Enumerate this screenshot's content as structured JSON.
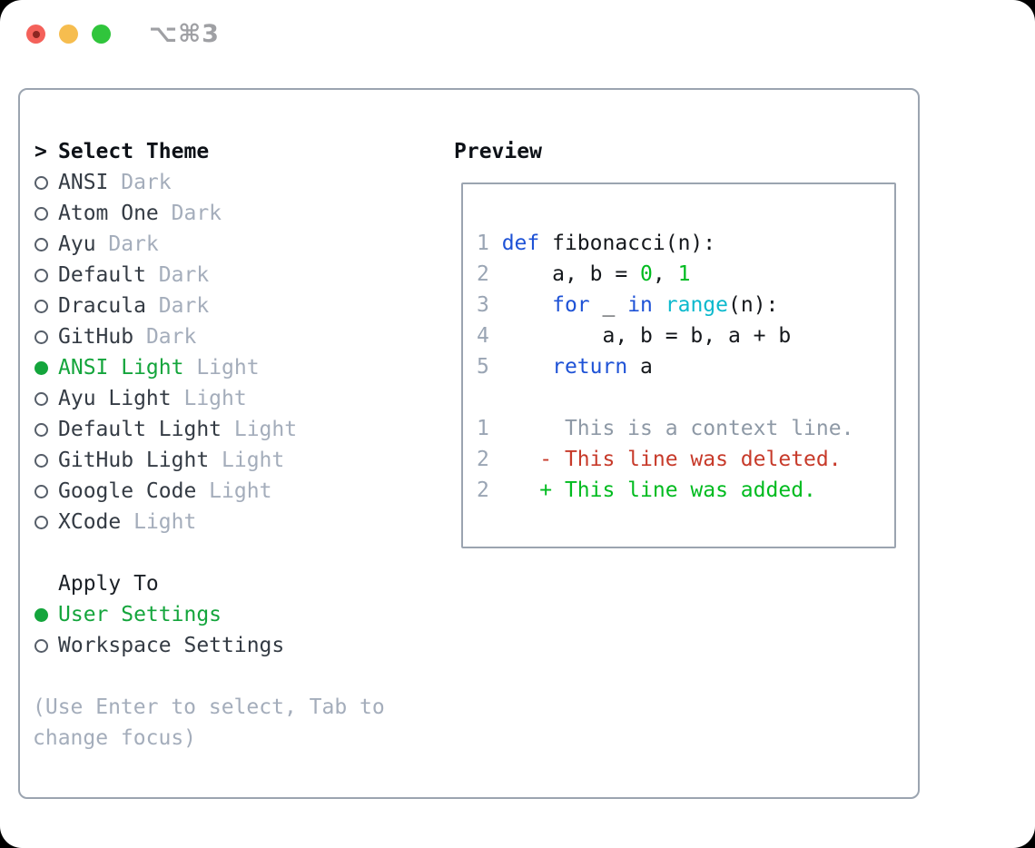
{
  "window": {
    "shortcut_label": "⌥⌘3",
    "traffic_lights": [
      "close",
      "minimize",
      "zoom"
    ]
  },
  "theme_selector": {
    "header_prefix": ">",
    "header": "Select Theme",
    "items": [
      {
        "name": "ANSI",
        "variant": "Dark",
        "selected": false
      },
      {
        "name": "Atom One",
        "variant": "Dark",
        "selected": false
      },
      {
        "name": "Ayu",
        "variant": "Dark",
        "selected": false
      },
      {
        "name": "Default",
        "variant": "Dark",
        "selected": false
      },
      {
        "name": "Dracula",
        "variant": "Dark",
        "selected": false
      },
      {
        "name": "GitHub",
        "variant": "Dark",
        "selected": false
      },
      {
        "name": "ANSI Light",
        "variant": "Light",
        "selected": true
      },
      {
        "name": "Ayu Light",
        "variant": "Light",
        "selected": false
      },
      {
        "name": "Default Light",
        "variant": "Light",
        "selected": false
      },
      {
        "name": "GitHub Light",
        "variant": "Light",
        "selected": false
      },
      {
        "name": "Google Code",
        "variant": "Light",
        "selected": false
      },
      {
        "name": "XCode",
        "variant": "Light",
        "selected": false
      }
    ]
  },
  "apply_to": {
    "header": "Apply To",
    "options": [
      {
        "label": "User Settings",
        "selected": true
      },
      {
        "label": "Workspace Settings",
        "selected": false
      }
    ]
  },
  "help_text": "(Use Enter to select, Tab to change focus)",
  "preview": {
    "title": "Preview",
    "code_lines": [
      {
        "num": "1",
        "tokens": [
          {
            "t": "def",
            "c": "keyword"
          },
          {
            "t": " fibonacci(n):",
            "c": "plain"
          }
        ]
      },
      {
        "num": "2",
        "tokens": [
          {
            "t": "    a, b = ",
            "c": "plain"
          },
          {
            "t": "0",
            "c": "number"
          },
          {
            "t": ", ",
            "c": "plain"
          },
          {
            "t": "1",
            "c": "number"
          }
        ]
      },
      {
        "num": "3",
        "tokens": [
          {
            "t": "    ",
            "c": "plain"
          },
          {
            "t": "for",
            "c": "keyword"
          },
          {
            "t": " _ ",
            "c": "plain"
          },
          {
            "t": "in",
            "c": "keyword"
          },
          {
            "t": " ",
            "c": "plain"
          },
          {
            "t": "range",
            "c": "builtin"
          },
          {
            "t": "(n):",
            "c": "plain"
          }
        ]
      },
      {
        "num": "4",
        "tokens": [
          {
            "t": "        a, b = b, a + b",
            "c": "plain"
          }
        ]
      },
      {
        "num": "5",
        "tokens": [
          {
            "t": "    ",
            "c": "plain"
          },
          {
            "t": "return",
            "c": "keyword"
          },
          {
            "t": " a",
            "c": "plain"
          }
        ]
      }
    ],
    "diff_lines": [
      {
        "num": "1",
        "marker": " ",
        "text": "This is a context line.",
        "kind": "context"
      },
      {
        "num": "2",
        "marker": "-",
        "text": "This line was deleted.",
        "kind": "deleted"
      },
      {
        "num": "2",
        "marker": "+",
        "text": "This line was added.",
        "kind": "added"
      }
    ]
  },
  "colors": {
    "selection_green": "#14a53c",
    "added_green": "#00bb1f",
    "deleted_red": "#c73a2a",
    "keyword_blue": "#1e52d6",
    "builtin_cyan": "#0cb9cd",
    "number_green": "#00bb1f",
    "muted_gray": "#a4adbb",
    "text_dark": "#343b44",
    "border_gray": "#9ba4b0",
    "traffic_red": "#f4615a",
    "traffic_yellow": "#f6bd4f",
    "traffic_green": "#30c53c"
  }
}
